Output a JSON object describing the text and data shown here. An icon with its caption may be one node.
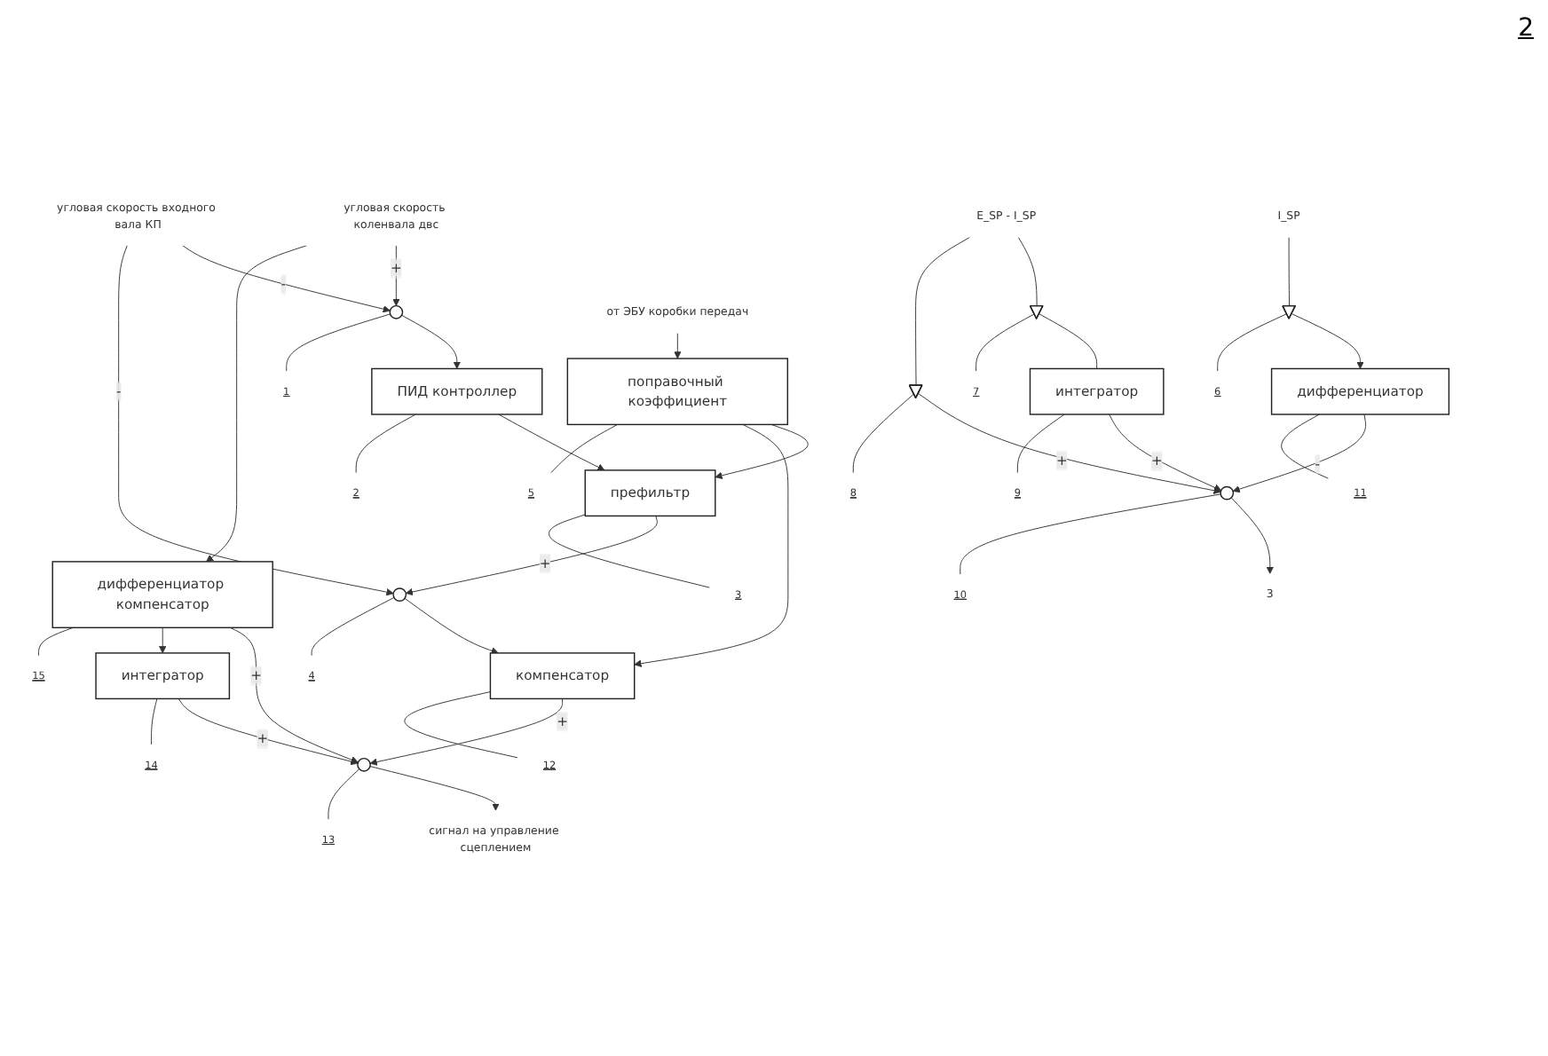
{
  "diagram": {
    "nodes": [
      {
        "text": [
          "угловая скорость коленвала двс"
        ]
      },
      {
        "text": [
          "угловая скорость входного вала КП"
        ]
      },
      {
        "text": [],
        "shape": "circle"
      },
      {
        "text": [
          "ПИД контроллер"
        ]
      },
      {
        "text": [
          "префильтр"
        ]
      },
      {
        "text": [
          "от ЭБУ коробки передач"
        ]
      },
      {
        "text": [
          "поправочный коэффициент"
        ]
      },
      {
        "text": [],
        "shape": "circle"
      },
      {
        "text": [
          "компенсатор"
        ]
      },
      {
        "text": [
          "дифференциатор компенсатор"
        ]
      },
      {
        "text": [
          "интегратор"
        ]
      },
      {
        "text": [],
        "shape": "circle"
      },
      {
        "text": [
          "сигнал на управление сцеплением"
        ]
      },
      {
        "text": [
          "I_SP"
        ]
      },
      {
        "text": [],
        "shape": "triangle"
      },
      {
        "text": [
          "дифференциатор"
        ]
      },
      {
        "text": [
          "E_SP - I_SP"
        ]
      },
      {
        "text": [],
        "shape": "triangle"
      },
      {
        "text": [],
        "shape": "triangle"
      },
      {
        "text": [
          "интегратор"
        ]
      },
      {
        "text": [],
        "shape": "circle"
      },
      {
        "text": [
          "3"
        ]
      },
      {
        "text": [
          "1"
        ]
      },
      {
        "text": [
          "2"
        ]
      },
      {
        "text": [
          "3"
        ]
      },
      {
        "text": [
          "4"
        ]
      },
      {
        "text": [
          "5"
        ]
      },
      {
        "text": [
          "6"
        ]
      },
      {
        "text": [
          "7"
        ]
      },
      {
        "text": [
          "8"
        ]
      },
      {
        "text": [
          "9"
        ]
      },
      {
        "text": [
          "10"
        ]
      },
      {
        "text": [
          "11"
        ]
      },
      {
        "text": [
          "12"
        ]
      },
      {
        "text": [
          "13"
        ]
      },
      {
        "text": [
          "14"
        ]
      },
      {
        "text": [
          "15"
        ]
      }
    ],
    "edges": [
      {
        "from": 0,
        "to": 2,
        "arrow": "to",
        "label": "+"
      },
      {
        "from": 1,
        "to": 2,
        "arrow": "to",
        "label": "-"
      },
      {
        "from": 0,
        "to": 9,
        "arrow": "to"
      },
      {
        "from": 1,
        "to": 7,
        "arrow": "to",
        "label": "-"
      },
      {
        "from": 2,
        "to": 3,
        "arrow": "to"
      },
      {
        "from": 3,
        "to": 4,
        "arrow": "to"
      },
      {
        "from": 5,
        "to": 6,
        "arrow": "to"
      },
      {
        "from": 6,
        "to": 4,
        "arrow": "to"
      },
      {
        "from": 4,
        "to": 7,
        "arrow": "to",
        "label": "+"
      },
      {
        "from": 7,
        "to": 8,
        "arrow": "to"
      },
      {
        "from": 6,
        "to": 8,
        "arrow": "to"
      },
      {
        "from": 8,
        "to": 11,
        "arrow": "to",
        "label": "+"
      },
      {
        "from": 9,
        "to": 11,
        "arrow": "to",
        "label": "+"
      },
      {
        "from": 9,
        "to": 10,
        "arrow": "to"
      },
      {
        "from": 10,
        "to": 11,
        "arrow": "to",
        "label": "+"
      },
      {
        "from": 11,
        "to": 12,
        "arrow": "to"
      },
      {
        "from": 13,
        "to": 14,
        "arrow": "none"
      },
      {
        "from": 14,
        "to": 15,
        "arrow": "to"
      },
      {
        "from": 15,
        "to": 20,
        "arrow": "to",
        "label": "-"
      },
      {
        "from": 16,
        "to": 17,
        "arrow": "none"
      },
      {
        "from": 16,
        "to": 18,
        "arrow": "none"
      },
      {
        "from": 17,
        "to": 19,
        "arrow": "none"
      },
      {
        "from": 19,
        "to": 20,
        "arrow": "to",
        "label": "+"
      },
      {
        "from": 18,
        "to": 20,
        "arrow": "to",
        "label": "+"
      },
      {
        "from": 20,
        "to": 21,
        "arrow": "to"
      },
      {
        "from": 22,
        "to": 2,
        "arrow": "none"
      },
      {
        "from": 23,
        "to": 3,
        "arrow": "none"
      },
      {
        "from": 24,
        "to": 4,
        "arrow": "none"
      },
      {
        "from": 25,
        "to": 7,
        "arrow": "none"
      },
      {
        "from": 26,
        "to": 6,
        "arrow": "none"
      },
      {
        "from": 27,
        "to": 14,
        "arrow": "none"
      },
      {
        "from": 28,
        "to": 17,
        "arrow": "none"
      },
      {
        "from": 29,
        "to": 18,
        "arrow": "none"
      },
      {
        "from": 30,
        "to": 19,
        "arrow": "none"
      },
      {
        "from": 31,
        "to": 20,
        "arrow": "none"
      },
      {
        "from": 32,
        "to": 15,
        "arrow": "none"
      },
      {
        "from": 33,
        "to": 8,
        "arrow": "none"
      },
      {
        "from": 34,
        "to": 11,
        "arrow": "none"
      },
      {
        "from": 35,
        "to": 10,
        "arrow": "none"
      },
      {
        "from": 36,
        "to": 9,
        "arrow": "none"
      }
    ],
    "labels": [
      "2"
    ]
  }
}
